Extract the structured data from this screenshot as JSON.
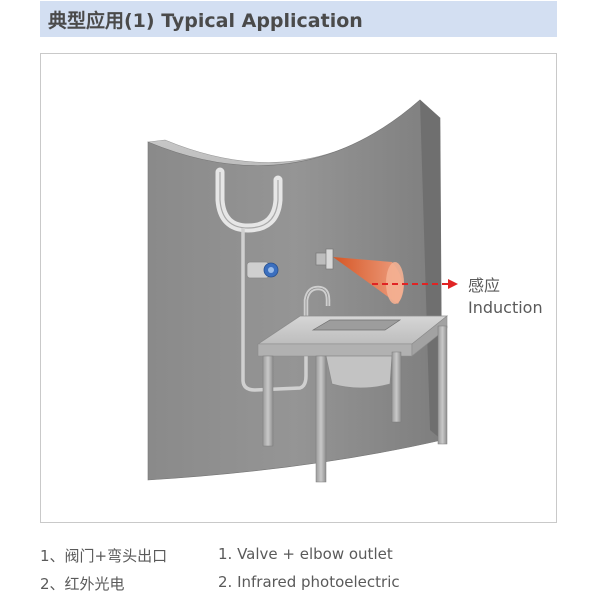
{
  "header": {
    "title": "典型应用(1) Typical Application"
  },
  "callout": {
    "label_cn": "感应",
    "label_en": "Induction"
  },
  "legend": {
    "items": [
      {
        "cn": "1、阀门+弯头出口",
        "en": "1. Valve + elbow outlet"
      },
      {
        "cn": "2、红外光电",
        "en": "2. Infrared photoelectric"
      }
    ]
  },
  "colors": {
    "title_bar": "#d3dff2",
    "wall": "#8c8c8c",
    "sensor_beam": "#e8734e",
    "arrow": "#e02424",
    "text": "#5a5a5a"
  }
}
